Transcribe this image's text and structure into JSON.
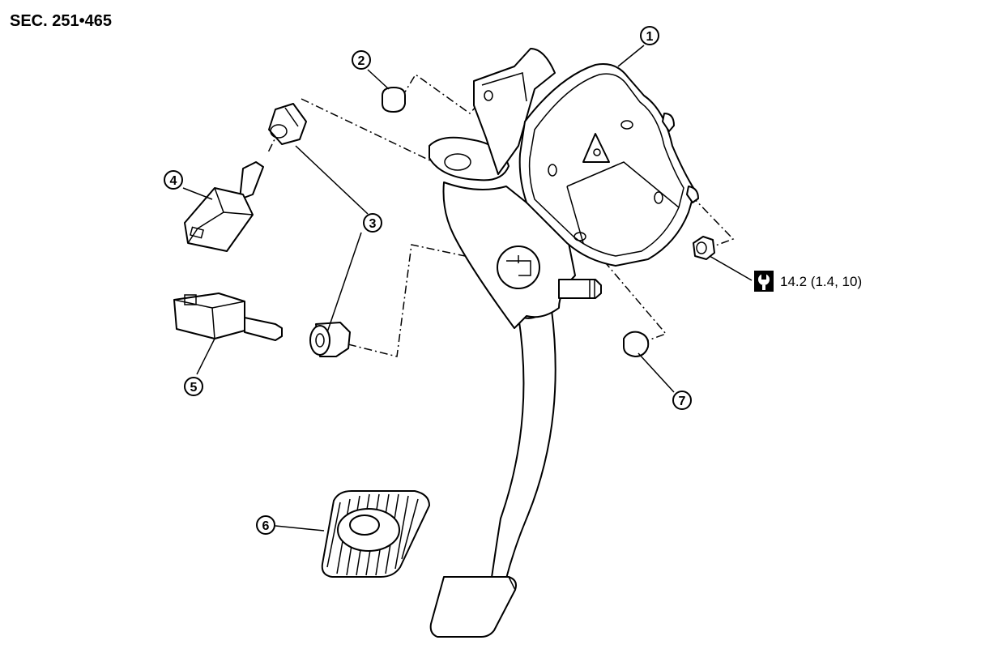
{
  "section_label": "SEC. 251•465",
  "callouts": [
    "1",
    "2",
    "3",
    "4",
    "5",
    "6",
    "7"
  ],
  "torque": {
    "icon": "torque-wrench-icon",
    "value": "14.2 (1.4, 10)"
  }
}
